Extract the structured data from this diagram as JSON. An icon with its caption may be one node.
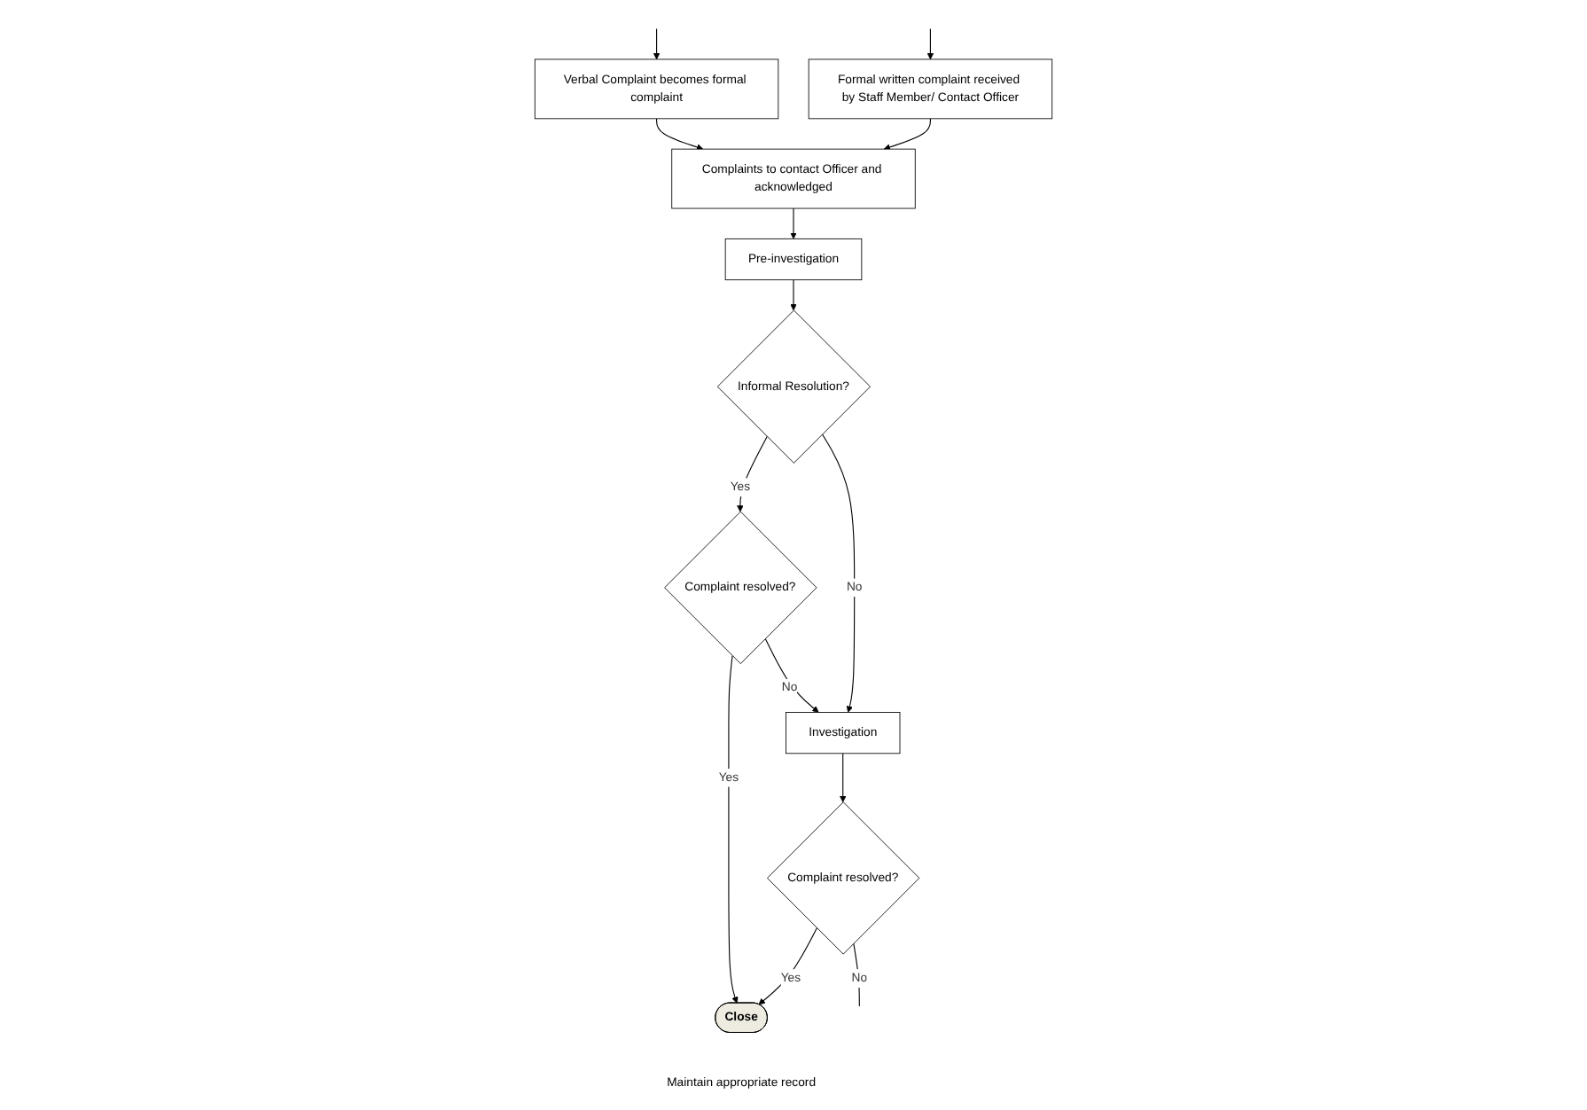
{
  "diagram": {
    "nodes": [
      {
        "text": [
          "Verbal Complaint becomes formal complaint"
        ]
      },
      {
        "text": [
          "Formal written complaint received by Staff Member/ Contact Officer"
        ]
      },
      {
        "text": [
          "Complaints to contact Officer and acknowledged"
        ]
      },
      {
        "text": [
          "Pre-investigation"
        ]
      },
      {
        "text": [
          "Complaint resolved?"
        ]
      },
      {
        "text": [
          "Informal Resolution?"
        ]
      },
      {
        "text": [
          "Investigation"
        ]
      },
      {
        "text": [
          "Close"
        ],
        "beside": [
          "Maintain appropriate record"
        ]
      },
      {
        "text": [
          "Complaint resolved?"
        ]
      }
    ],
    "edges": [
      {
        "from": null,
        "to": 0,
        "arrow": "to"
      },
      {
        "from": null,
        "to": 1,
        "arrow": "to"
      },
      {
        "from": 0,
        "to": 2,
        "arrow": "to"
      },
      {
        "from": 1,
        "to": 2,
        "arrow": "to"
      },
      {
        "from": 2,
        "to": 3,
        "arrow": "to"
      },
      {
        "from": 3,
        "to": 5,
        "arrow": "to"
      },
      {
        "from": 5,
        "to": 4,
        "label": "Yes",
        "arrow": "to"
      },
      {
        "from": 5,
        "to": 6,
        "label": "No",
        "arrow": "to"
      },
      {
        "from": 4,
        "to": 7,
        "label": "Yes",
        "arrow": "to"
      },
      {
        "from": 4,
        "to": 6,
        "label": "No",
        "arrow": "to"
      },
      {
        "from": 6,
        "to": 8,
        "arrow": "to"
      },
      {
        "from": 8,
        "to": 7,
        "label": "Yes",
        "arrow": "to"
      },
      {
        "from": 8,
        "to": null,
        "label": "No",
        "arrow": "none"
      }
    ]
  }
}
